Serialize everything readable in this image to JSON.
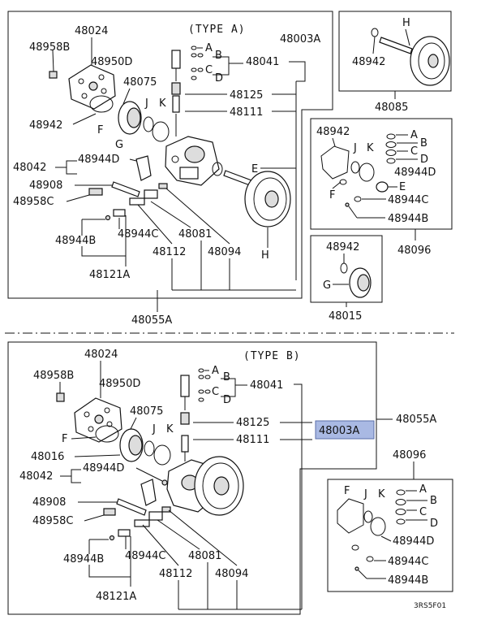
{
  "top": {
    "title": "(TYPE A)",
    "labels": {
      "p48024": "48024",
      "p48958B": "48958B",
      "p48950D": "48950D",
      "p48075": "48075",
      "p48942": "48942",
      "pF": "F",
      "pJ": "J",
      "pK": "K",
      "pG": "G",
      "p48003A": "48003A",
      "p48041": "48041",
      "pA": "A",
      "pB": "B",
      "pC": "C",
      "pD": "D",
      "p48125": "48125",
      "p48111": "48111",
      "p48042": "48042",
      "p48944D": "48944D",
      "pE": "E",
      "p48908": "48908",
      "p48958C": "48958C",
      "p48944B": "48944B",
      "p48944C": "48944C",
      "p48081": "48081",
      "p48112": "48112",
      "p48094": "48094",
      "pH": "H",
      "p48121A": "48121A",
      "p48055A": "48055A"
    },
    "inset_pulley": {
      "p48942": "48942",
      "pH": "H",
      "p48085": "48085"
    },
    "inset_kit": {
      "p48942": "48942",
      "pJ": "J",
      "pK": "K",
      "pA": "A",
      "pB": "B",
      "pC": "C",
      "pD": "D",
      "p48944D": "48944D",
      "pF": "F",
      "pE": "E",
      "p48944C": "48944C",
      "p48944B": "48944B",
      "p48096": "48096"
    },
    "inset_cartridge": {
      "p48942": "48942",
      "pG": "G",
      "p48015": "48015"
    }
  },
  "bottom": {
    "title": "(TYPE B)",
    "labels": {
      "p48024": "48024",
      "p48958B": "48958B",
      "p48950D": "48950D",
      "p48075": "48075",
      "pF": "F",
      "pJ": "J",
      "pK": "K",
      "p48016": "48016",
      "pA": "A",
      "pB": "B",
      "pC": "C",
      "pD": "D",
      "p48041": "48041",
      "p48125": "48125",
      "p48111": "48111",
      "p48003A": "48003A",
      "p48055A": "48055A",
      "p48042": "48042",
      "p48944D": "48944D",
      "p48908": "48908",
      "p48958C": "48958C",
      "p48944B": "48944B",
      "p48944C": "48944C",
      "p48081": "48081",
      "p48112": "48112",
      "p48094": "48094",
      "p48121A": "48121A"
    },
    "inset_kit": {
      "p48096": "48096",
      "pF": "F",
      "pJ": "J",
      "pK": "K",
      "pA": "A",
      "pB": "B",
      "pC": "C",
      "pD": "D",
      "p48944D": "48944D",
      "p48944C": "48944C",
      "p48944B": "48944B"
    },
    "highlight_color": "#a9b9e3"
  },
  "figure_code": "3RS5F01"
}
